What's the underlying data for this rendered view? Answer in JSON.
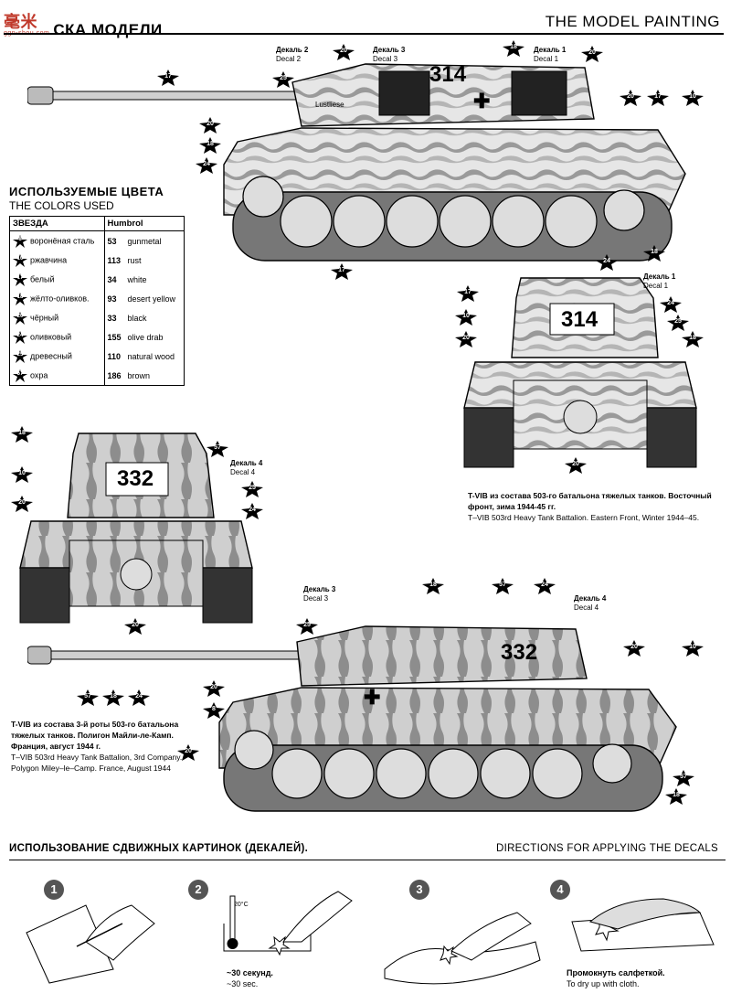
{
  "header": {
    "logo_text": "毫米",
    "logo_sub": "ggn-shou.com",
    "left_title": "СКА МОДЕЛИ",
    "right_title": "THE MODEL PAINTING"
  },
  "colors": {
    "title": "ИСПОЛЬЗУЕМЫЕ ЦВЕТА",
    "subtitle": "THE COLORS USED",
    "col_star": "ЗВЕЗДА",
    "col_humbrol": "Humbrol",
    "rows": [
      {
        "star": "8",
        "ru": "воронёная сталь",
        "num": "53",
        "en": "gunmetal"
      },
      {
        "star": "10",
        "ru": "ржавчина",
        "num": "113",
        "en": "rust"
      },
      {
        "star": "17",
        "ru": "белый",
        "num": "34",
        "en": "white"
      },
      {
        "star": "18",
        "ru": "жёлто-оливков.",
        "num": "93",
        "en": "desert yellow"
      },
      {
        "star": "20",
        "ru": "чёрный",
        "num": "33",
        "en": "black"
      },
      {
        "star": "24",
        "ru": "оливковый",
        "num": "155",
        "en": "olive drab"
      },
      {
        "star": "25",
        "ru": "древесный",
        "num": "110",
        "en": "natural wood"
      },
      {
        "star": "57",
        "ru": "охра",
        "num": "186",
        "en": "brown"
      }
    ]
  },
  "tank1": {
    "number": "314",
    "turret_name": "Lustliese",
    "decals": [
      {
        "ru": "Декаль 2",
        "en": "Decal 2"
      },
      {
        "ru": "Декаль 3",
        "en": "Decal 3"
      },
      {
        "ru": "Декаль 1",
        "en": "Decal 1"
      }
    ],
    "markers": [
      "17",
      "25",
      "20",
      "18",
      "24",
      "20",
      "18",
      "20",
      "20",
      "17",
      "10",
      "24",
      "18",
      "17"
    ]
  },
  "tank1_rear": {
    "number": "314",
    "decal": {
      "ru": "Декаль 1",
      "en": "Decal 1"
    },
    "markers": [
      "17",
      "10",
      "20",
      "24",
      "25",
      "18",
      "20"
    ],
    "caption_ru": "T-VIB из состава 503-го батальона тяжелых танков. Восточный фронт, зима 1944-45 гг.",
    "caption_en": "T–VIB  503rd Heavy Tank Battalion. Eastern Front, Winter 1944–45."
  },
  "tank2_rear": {
    "number": "332",
    "decal": {
      "ru": "Декаль 4",
      "en": "Decal 4"
    },
    "markers": [
      "18",
      "57",
      "10",
      "20",
      "25",
      "24",
      "20"
    ]
  },
  "tank2": {
    "number": "332",
    "decals": [
      {
        "ru": "Декаль 3",
        "en": "Decal 3"
      },
      {
        "ru": "Декаль 4",
        "en": "Decal 4"
      }
    ],
    "markers": [
      "18",
      "57",
      "24",
      "25",
      "20",
      "10",
      "57",
      "18",
      "24",
      "20",
      "8",
      "20",
      "57",
      "18"
    ],
    "caption_ru": "T-VIB из состава 3-й роты 503-го батальона тяжелых танков. Полигон Майли-ле-Камп. Франция, август 1944 г.",
    "caption_en": "T–VIB  503rd Heavy Tank Battalion, 3rd Company. Polygon Miley–le–Camp. France, August 1944"
  },
  "decals_section": {
    "title_ru": "ИСПОЛЬЗОВАНИЕ СДВИЖНЫХ КАРТИНОК (ДЕКАЛЕЙ).",
    "title_en": "DIRECTIONS  FOR APPLYING THE DECALS",
    "steps": [
      {
        "num": "1"
      },
      {
        "num": "2",
        "temp": "20°C",
        "ru": "~30 секунд.",
        "en": "~30 sec."
      },
      {
        "num": "3"
      },
      {
        "num": "4",
        "ru": "Промокнуть салфеткой.",
        "en": "To dry up with cloth."
      }
    ]
  },
  "accent": {
    "star": "#000000",
    "camo_dark": "#8a8a8a",
    "camo_light": "#e8e8e8"
  }
}
